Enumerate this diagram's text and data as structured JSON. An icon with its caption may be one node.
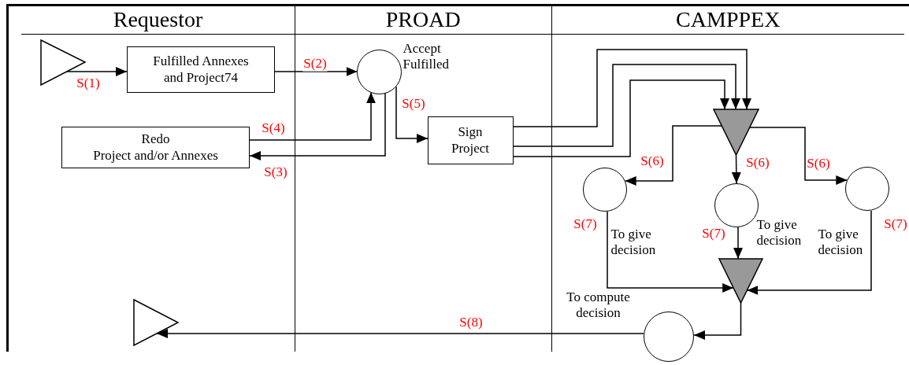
{
  "diagram": {
    "nodes": [
      {
        "text": [
          "Requestor"
        ]
      },
      {
        "text": [
          "PROAD"
        ]
      },
      {
        "text": [
          "CAMPPEX"
        ]
      },
      {
        "text": [],
        "shape": "triangle",
        "in": 0
      },
      {
        "text": [
          "Fulfilled Annexes and Project74"
        ],
        "in": 0
      },
      {
        "text": [
          "Accept Fulfilled"
        ],
        "in": 1
      },
      {
        "text": [
          "Redo",
          "Project and/or Annexes"
        ],
        "in": 0
      },
      {
        "text": [
          "Sign Project"
        ],
        "in": 1
      },
      {
        "text": [],
        "shape": "triangle",
        "in": 2
      },
      {
        "text": [
          "To give decision"
        ],
        "in": 2
      },
      {
        "text": [
          "To give decision"
        ],
        "in": 2
      },
      {
        "text": [
          "To give decision"
        ],
        "in": 2
      },
      {
        "text": [],
        "shape": "triangle",
        "in": 2
      },
      {
        "text": [
          "To compute decision"
        ],
        "in": 2
      },
      {
        "text": [],
        "shape": "triangle",
        "in": 0
      }
    ],
    "edges": [
      {
        "from": 3,
        "to": 4,
        "arrow": "to",
        "label": "S(1)"
      },
      {
        "from": 4,
        "to": 5,
        "arrow": "to",
        "label": "S(2)"
      },
      {
        "from": 5,
        "to": 6,
        "arrow": "to",
        "label": "S(3)"
      },
      {
        "from": 6,
        "to": 5,
        "arrow": "to",
        "label": "S(4)"
      },
      {
        "from": 5,
        "to": 7,
        "arrow": "to",
        "label": "S(5)"
      },
      {
        "from": 7,
        "to": 8,
        "arrow": "to"
      },
      {
        "from": 7,
        "to": 8,
        "arrow": "to"
      },
      {
        "from": 7,
        "to": 8,
        "arrow": "to"
      },
      {
        "from": 8,
        "to": 9,
        "arrow": "to",
        "label": "S(6)"
      },
      {
        "from": 8,
        "to": 10,
        "arrow": "to",
        "label": "S(6)"
      },
      {
        "from": 8,
        "to": 11,
        "arrow": "to",
        "label": "S(6)"
      },
      {
        "from": 9,
        "to": 12,
        "arrow": "to",
        "label": "S(7)"
      },
      {
        "from": 10,
        "to": 12,
        "arrow": "to",
        "label": "S(7)"
      },
      {
        "from": 11,
        "to": 12,
        "arrow": "to",
        "label": "S(7)"
      },
      {
        "from": 12,
        "to": 13,
        "arrow": "to"
      },
      {
        "from": 13,
        "to": 14,
        "arrow": "to",
        "label": "S(8)"
      }
    ]
  }
}
